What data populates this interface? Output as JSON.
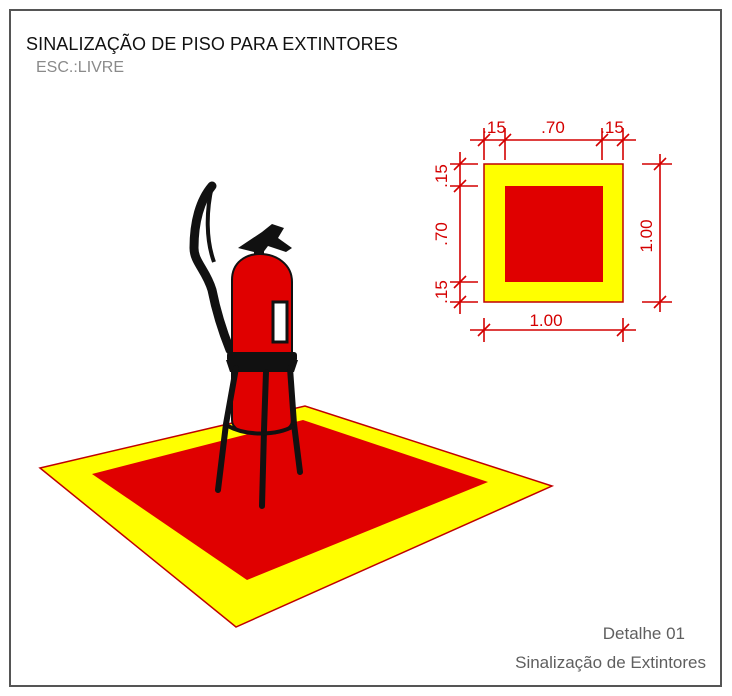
{
  "drawing": {
    "title": "SINALIZAÇÃO DE PISO PARA EXTINTORES",
    "scale": "ESC.:LIVRE"
  },
  "plan": {
    "dim_top": [
      ".15",
      ".70",
      ".15"
    ],
    "dim_left": [
      ".15",
      ".70",
      ".15"
    ],
    "dim_bottom": "1.00",
    "dim_right": "1.00"
  },
  "footer": {
    "detail": "Detalhe 01",
    "caption": "Sinalização de Extintores"
  },
  "colors": {
    "border_yellow": "#ffff00",
    "fill_red": "#e00000",
    "dimension_red": "#d40000",
    "outline": "#c00000"
  },
  "icons": [
    "fire-extinguisher-icon"
  ]
}
